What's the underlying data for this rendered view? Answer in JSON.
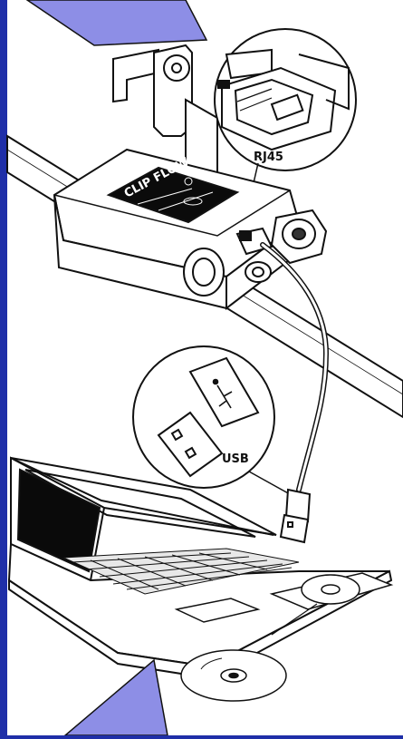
{
  "labels": {
    "rj45": "RJ45",
    "usb": "USB",
    "device_brand": "CLIP FLOW"
  },
  "colors": {
    "slide_background": "#1f2fa8",
    "slide_accent": "#8d8ee6",
    "illustration_bg": "#ffffff",
    "line": "#111111",
    "screen": "#0a0a0a"
  },
  "icons": {
    "usb_symbol": "usb-trident-icon",
    "disc": "cd-disc-icon"
  }
}
